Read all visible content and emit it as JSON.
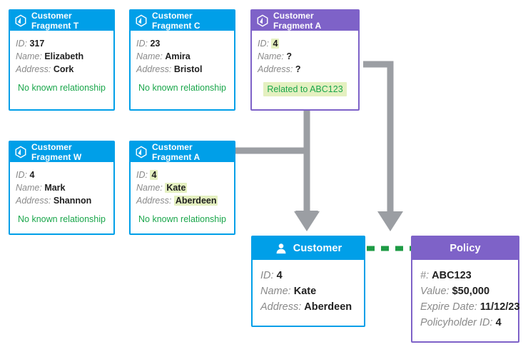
{
  "palette": {
    "blue": "#009fe8",
    "purple": "#7e62c8",
    "green_text": "#1aa64b",
    "highlight": "#e4f0c0",
    "connector_gray": "#9b9ea3",
    "dashed_green": "#1e9b45"
  },
  "cards": {
    "frag_t": {
      "title": "Customer Fragment T",
      "icon": "hexagon-node-icon",
      "accent": "blue",
      "fields": [
        {
          "label": "ID:",
          "value": "317",
          "highlight": false
        },
        {
          "label": "Name:",
          "value": "Elizabeth",
          "highlight": false
        },
        {
          "label": "Address:",
          "value": "Cork",
          "highlight": false
        }
      ],
      "status": "No known relationship",
      "status_highlight": false
    },
    "frag_c": {
      "title": "Customer Fragment C",
      "icon": "hexagon-node-icon",
      "accent": "blue",
      "fields": [
        {
          "label": "ID:",
          "value": "23",
          "highlight": false
        },
        {
          "label": "Name:",
          "value": "Amira",
          "highlight": false
        },
        {
          "label": "Address:",
          "value": "Bristol",
          "highlight": false
        }
      ],
      "status": "No known relationship",
      "status_highlight": false
    },
    "frag_a_purple": {
      "title": "Customer Fragment A",
      "icon": "hexagon-node-icon",
      "accent": "purple",
      "fields": [
        {
          "label": "ID:",
          "value": "4",
          "highlight": true
        },
        {
          "label": "Name:",
          "value": "?",
          "highlight": false
        },
        {
          "label": "Address:",
          "value": "?",
          "highlight": false
        }
      ],
      "status": "Related to ABC123",
      "status_highlight": true
    },
    "frag_w": {
      "title": "Customer Fragment W",
      "icon": "hexagon-node-icon",
      "accent": "blue",
      "fields": [
        {
          "label": "ID:",
          "value": "4",
          "highlight": false
        },
        {
          "label": "Name:",
          "value": "Mark",
          "highlight": false
        },
        {
          "label": "Address:",
          "value": "Shannon",
          "highlight": false
        }
      ],
      "status": "No known relationship",
      "status_highlight": false
    },
    "frag_a_blue": {
      "title": "Customer Fragment A",
      "icon": "hexagon-node-icon",
      "accent": "blue",
      "fields": [
        {
          "label": "ID:",
          "value": "4",
          "highlight": true
        },
        {
          "label": "Name:",
          "value": "Kate",
          "highlight": true
        },
        {
          "label": "Address:",
          "value": "Aberdeen",
          "highlight": true
        }
      ],
      "status": "No known relationship",
      "status_highlight": false
    },
    "customer": {
      "title": "Customer",
      "icon": "person-icon",
      "accent": "blue",
      "fields": [
        {
          "label": "ID:",
          "value": "4",
          "highlight": false
        },
        {
          "label": "Name:",
          "value": "Kate",
          "highlight": false
        },
        {
          "label": "Address:",
          "value": "Aberdeen",
          "highlight": false
        }
      ],
      "status": "",
      "status_highlight": false
    },
    "policy": {
      "title": "Policy",
      "icon": "",
      "accent": "purple",
      "fields": [
        {
          "label": "#:",
          "value": "ABC123",
          "highlight": false
        },
        {
          "label": "Value:",
          "value": "$50,000",
          "highlight": false
        },
        {
          "label": "Expire Date:",
          "value": "11/12/23",
          "highlight": false
        },
        {
          "label": "Policyholder ID:",
          "value": "4",
          "highlight": false
        }
      ],
      "status": "",
      "status_highlight": false
    }
  },
  "connectors": [
    {
      "name": "frag-a-purple-to-customer",
      "style": "solid-arrow",
      "color": "#9b9ea3"
    },
    {
      "name": "frag-a-blue-to-customer",
      "style": "solid-arrow",
      "color": "#9b9ea3"
    },
    {
      "name": "frag-a-purple-to-policy",
      "style": "solid-arrow",
      "color": "#9b9ea3"
    },
    {
      "name": "customer-to-policy",
      "style": "dashed-link",
      "color": "#1e9b45"
    }
  ]
}
